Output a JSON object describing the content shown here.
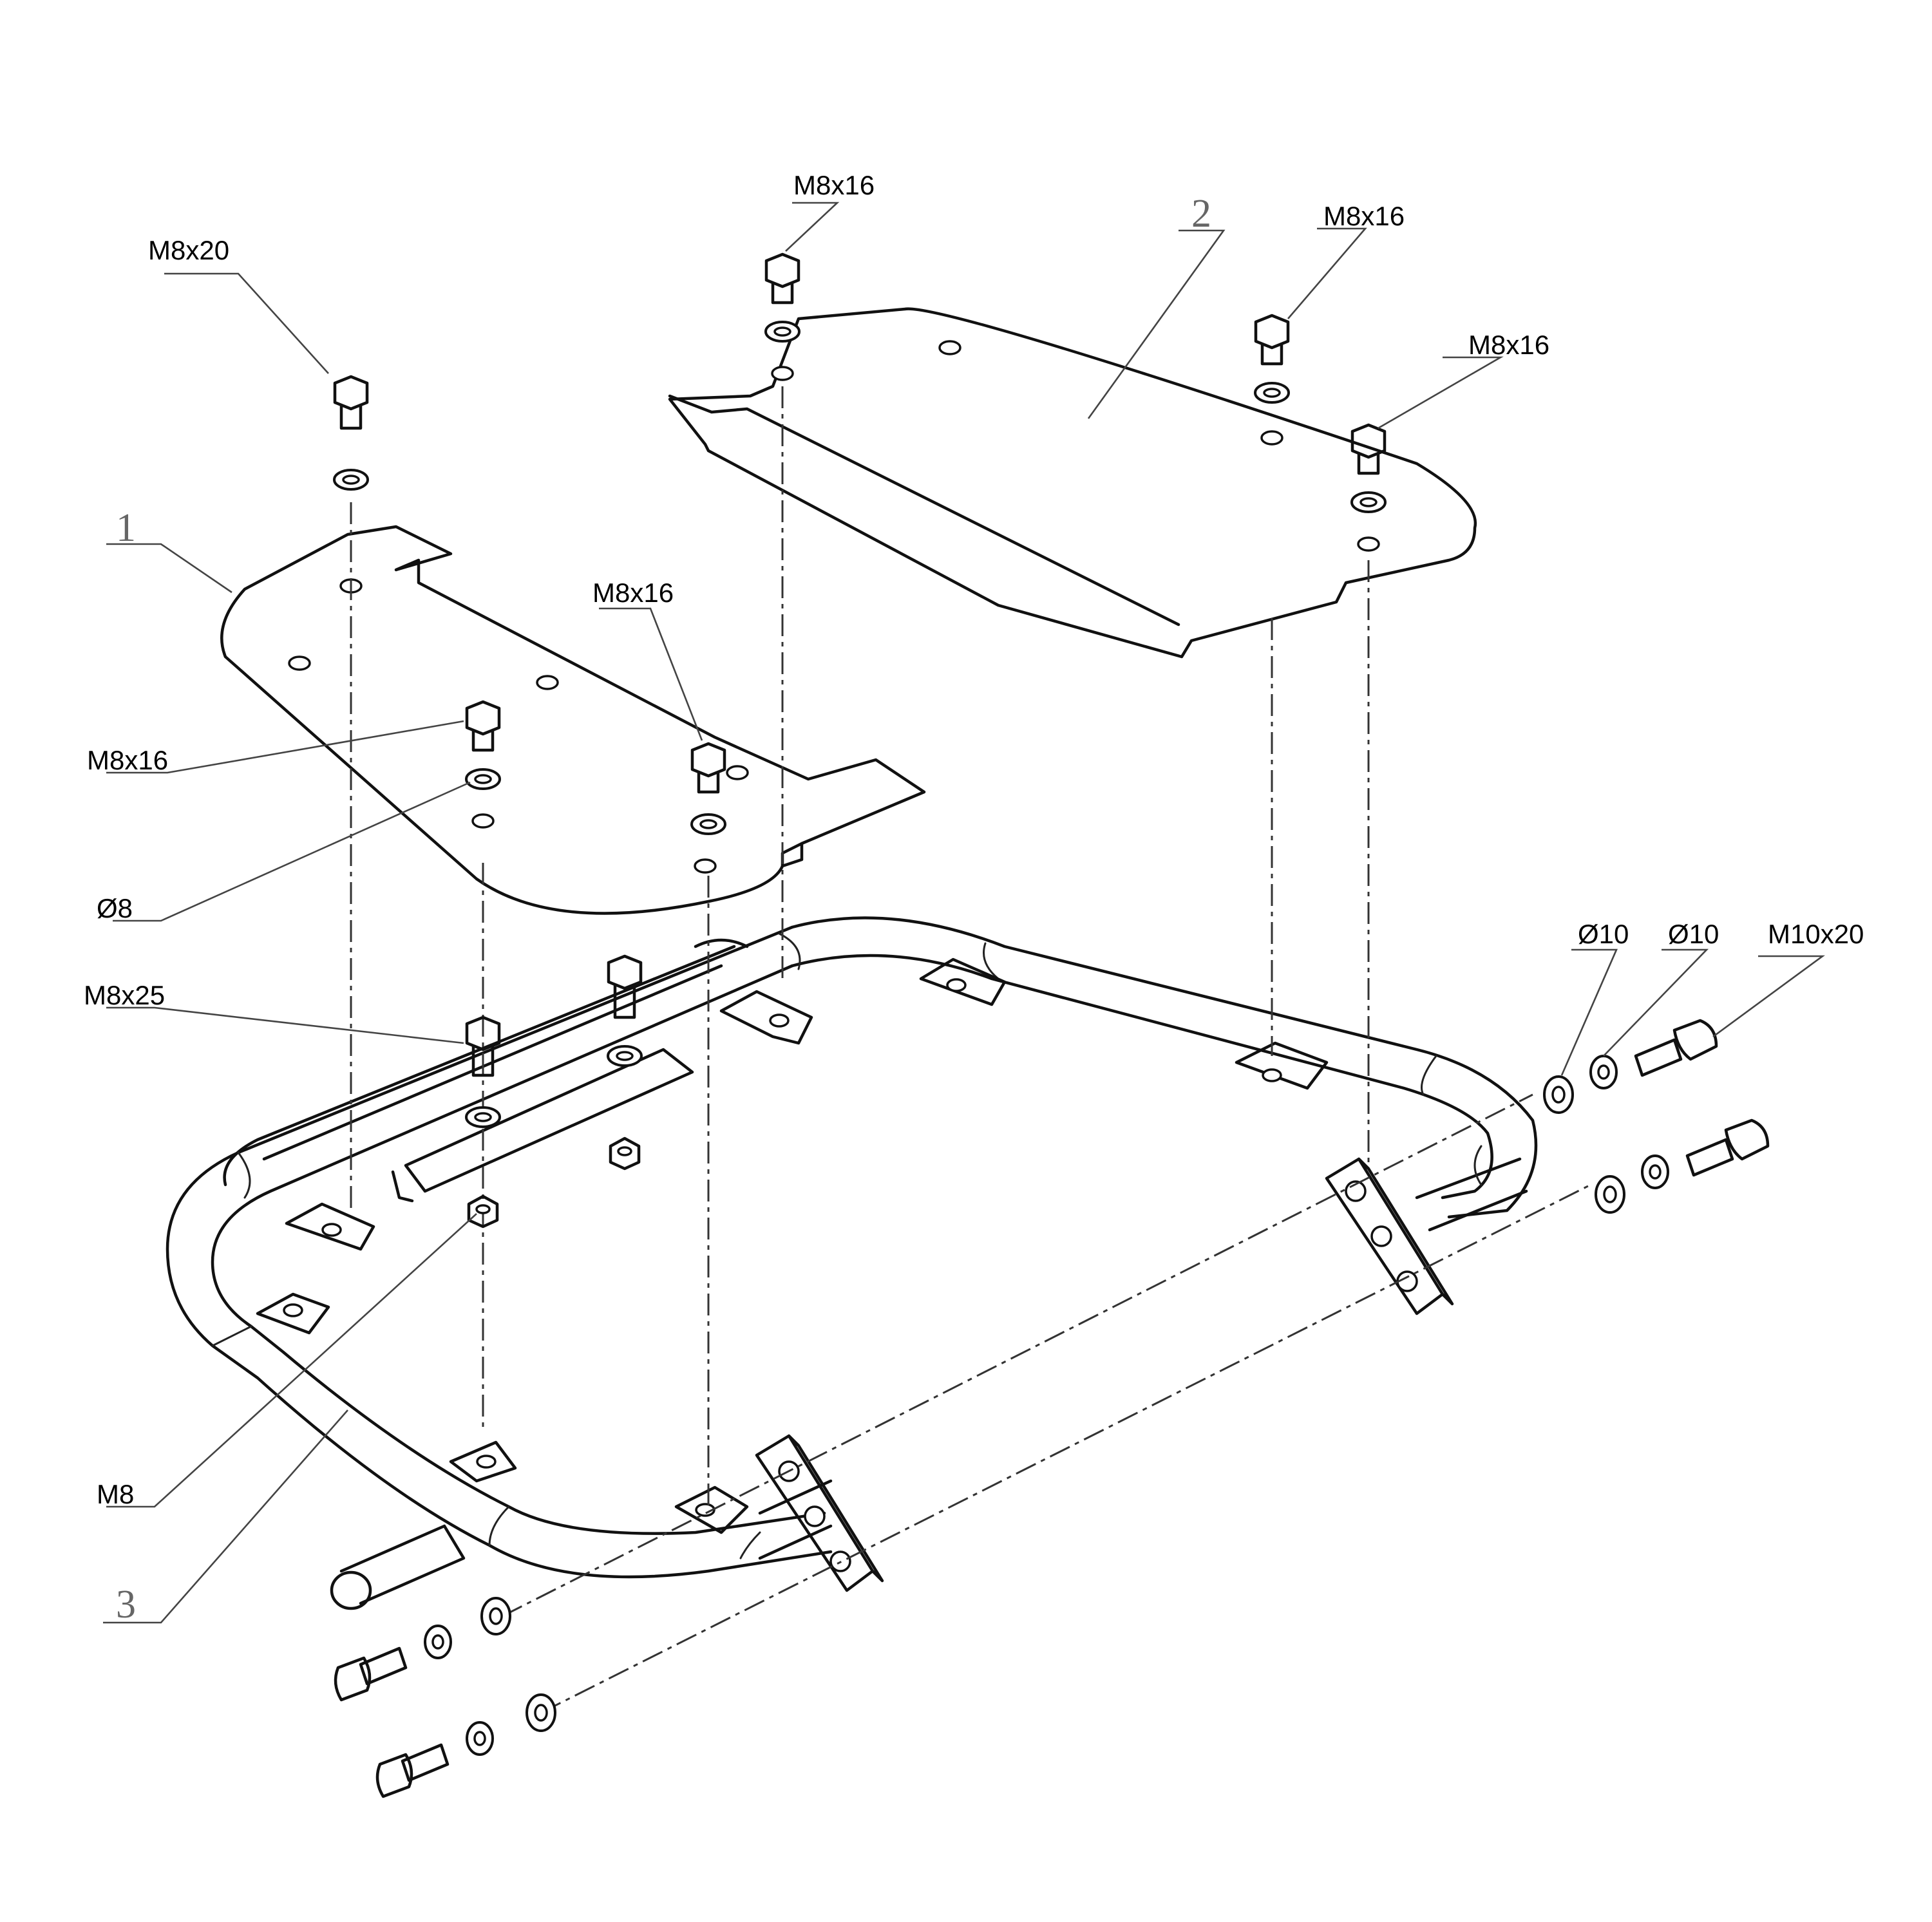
{
  "parts": [
    {
      "number": "1"
    },
    {
      "number": "2"
    },
    {
      "number": "3"
    }
  ],
  "callouts": [
    {
      "text": "M8x20"
    },
    {
      "text": "M8x16"
    },
    {
      "text": "M8x16"
    },
    {
      "text": "M8x16"
    },
    {
      "text": "M8x16"
    },
    {
      "text": "M8x16"
    },
    {
      "text": "Ø8"
    },
    {
      "text": "M8x25"
    },
    {
      "text": "M8"
    },
    {
      "text": "Ø10"
    },
    {
      "text": "Ø10"
    },
    {
      "text": "M10x20"
    }
  ]
}
